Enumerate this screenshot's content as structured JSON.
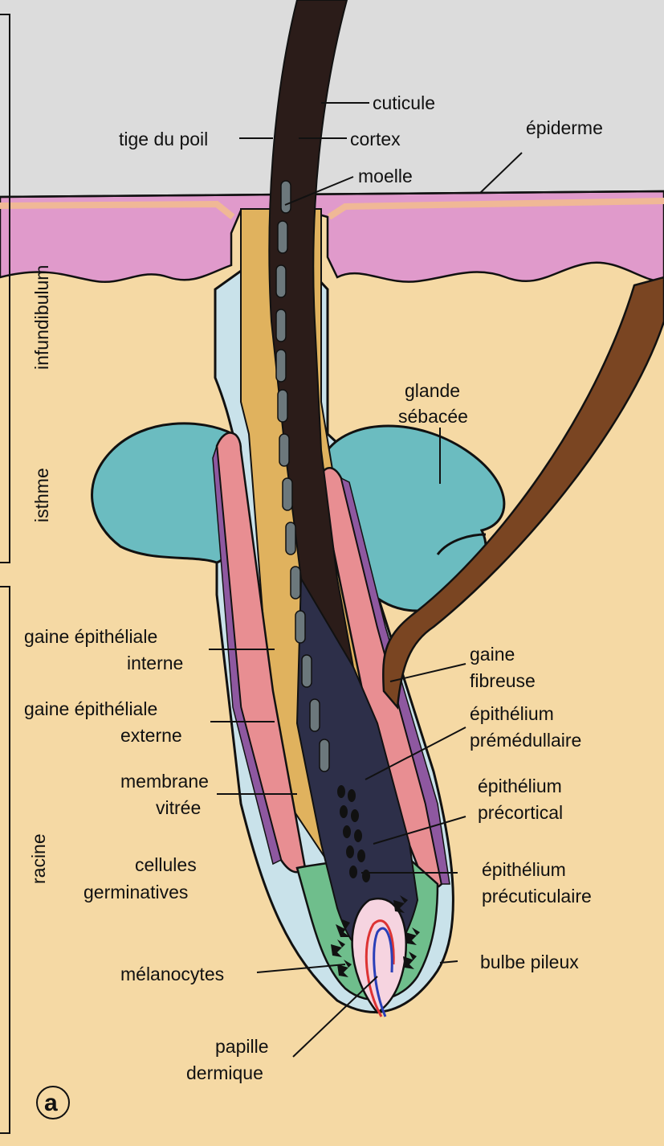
{
  "figure_letter": "a",
  "labels": {
    "cuticule": "cuticule",
    "tige_du_poil": "tige du poil",
    "cortex": "cortex",
    "epiderme": "épiderme",
    "moelle": "moelle",
    "glande_1": "glande",
    "glande_2": "sébacée",
    "gei_1": "gaine épithéliale",
    "gei_2": "interne",
    "gee_1": "gaine épithéliale",
    "gee_2": "externe",
    "mv_1": "membrane",
    "mv_2": "vitrée",
    "cg_1": "cellules",
    "cg_2": "germinatives",
    "melanocytes": "mélanocytes",
    "pap_1": "papille",
    "pap_2": "dermique",
    "gf_1": "gaine",
    "gf_2": "fibreuse",
    "epm_1": "épithélium",
    "epm_2": "prémédullaire",
    "epc_1": "épithélium",
    "epc_2": "précortical",
    "epcu_1": "épithélium",
    "epcu_2": "précuticulaire",
    "bulbe": "bulbe pileux"
  },
  "regions": {
    "infundibulum": "infundibulum",
    "isthme": "isthme",
    "racine": "racine"
  },
  "colors": {
    "background": "#f5d9a4",
    "air": "#dcdcdc",
    "epidermis": "#e09acb",
    "epidermis_basal": "#f0b896",
    "outer_sheath": "#c9e2ea",
    "sebaceous_gland": "#6bbcc0",
    "inner_sheath": "#e0b25e",
    "ors_pink": "#e88e92",
    "vitreous": "#8e58a0",
    "hair_shaft": "#2b1c19",
    "medulla": "#6c787c",
    "matrix_green": "#6fbe8c",
    "matrix_dark": "#2d2f49",
    "papilla": "#f6d4e0",
    "muscle": "#7a4522"
  }
}
